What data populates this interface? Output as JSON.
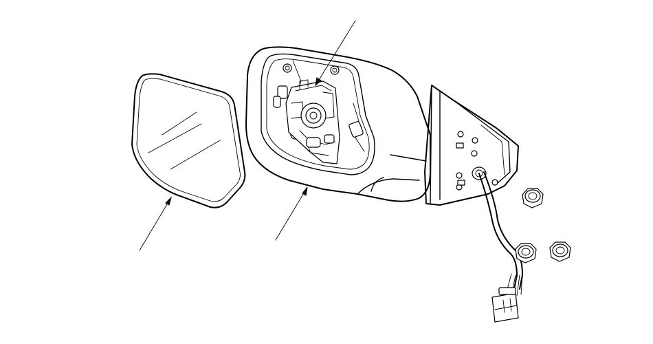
{
  "diagram": {
    "parts": [
      {
        "id": "mirror-glass",
        "icon": "mirror-glass-icon"
      },
      {
        "id": "mirror-housing",
        "icon": "mirror-housing-icon"
      },
      {
        "id": "actuator",
        "icon": "actuator-icon"
      },
      {
        "id": "base-cover",
        "icon": "mirror-base-icon"
      },
      {
        "id": "harness-connector",
        "icon": "connector-icon"
      },
      {
        "id": "nuts",
        "icon": "nut-icon"
      }
    ],
    "callout_count": 3,
    "line_color": "#000000",
    "background": "#ffffff"
  }
}
